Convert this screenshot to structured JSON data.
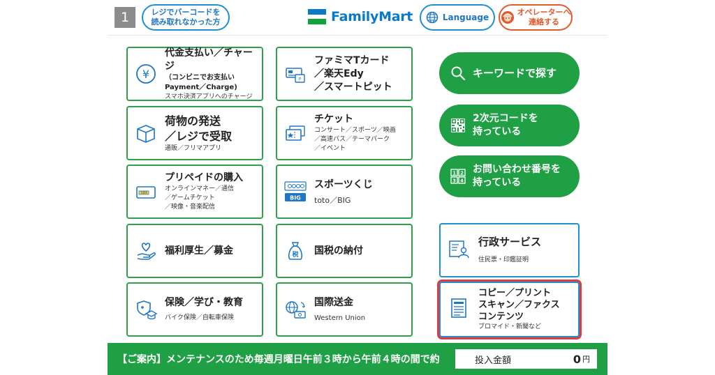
{
  "header": {
    "page_number": "1",
    "barcode_help": "レジでバーコードを\n読み取れなかった方",
    "logo": "FamilyMart",
    "language": "Language",
    "operator": "オペレーターへ\n連絡する"
  },
  "tiles": {
    "payment": {
      "title": "代金支払い／チャージ",
      "note1": "（コンビニでお支払い",
      "note2": "Payment／Charge)",
      "sub": "スマホ決済アプリへのチャージ"
    },
    "famima_card": {
      "line1": "ファミマTカード",
      "line2": "／楽天Edy",
      "line3": "／スマートピット"
    },
    "parcel": {
      "line1": "荷物の発送",
      "line2": "／レジで受取",
      "sub": "通販／フリマアプリ"
    },
    "ticket": {
      "title": "チケット",
      "sub1": "コンサート／スポーツ／映画",
      "sub2": "／高速バス／テーマパーク",
      "sub3": "／イベント"
    },
    "prepaid": {
      "title": "プリペイドの購入",
      "sub1": "オンラインマネー／通信",
      "sub2": "／ゲームチケット",
      "sub3": "／映像・音楽配信"
    },
    "sports_lottery": {
      "title": "スポーツくじ",
      "sub": "toto／BIG"
    },
    "welfare": {
      "title": "福利厚生／募金"
    },
    "national_tax": {
      "title": "国税の納付"
    },
    "insurance": {
      "title": "保険／学び・教育",
      "sub": "バイク保険／自転車保険"
    },
    "remittance": {
      "title": "国際送金",
      "sub": "Western Union"
    }
  },
  "pills": {
    "keyword": "キーワードで探す",
    "qr_line1": "2次元コードを",
    "qr_line2": "持っている",
    "inquiry_line1": "お問い合わせ番号を",
    "inquiry_line2": "持っている"
  },
  "blue_tiles": {
    "admin": {
      "title": "行政サービス",
      "sub": "住民票・印鑑証明"
    },
    "copy": {
      "line1": "コピー／プリント",
      "line2": "スキャン／ファクス",
      "line3": "コンテンツ",
      "sub": "ブロマイド・新聞など"
    }
  },
  "footer": {
    "notice": "【ご案内】メンテナンスのため毎週月曜日午前３時から午前４時の間で約",
    "amount_label": "投入金額",
    "amount_value": "0",
    "amount_unit": "円"
  },
  "colors": {
    "green": "#1fa044",
    "blue": "#1f8fd1",
    "orange": "#e25a2c",
    "highlight": "#e23b3b"
  }
}
